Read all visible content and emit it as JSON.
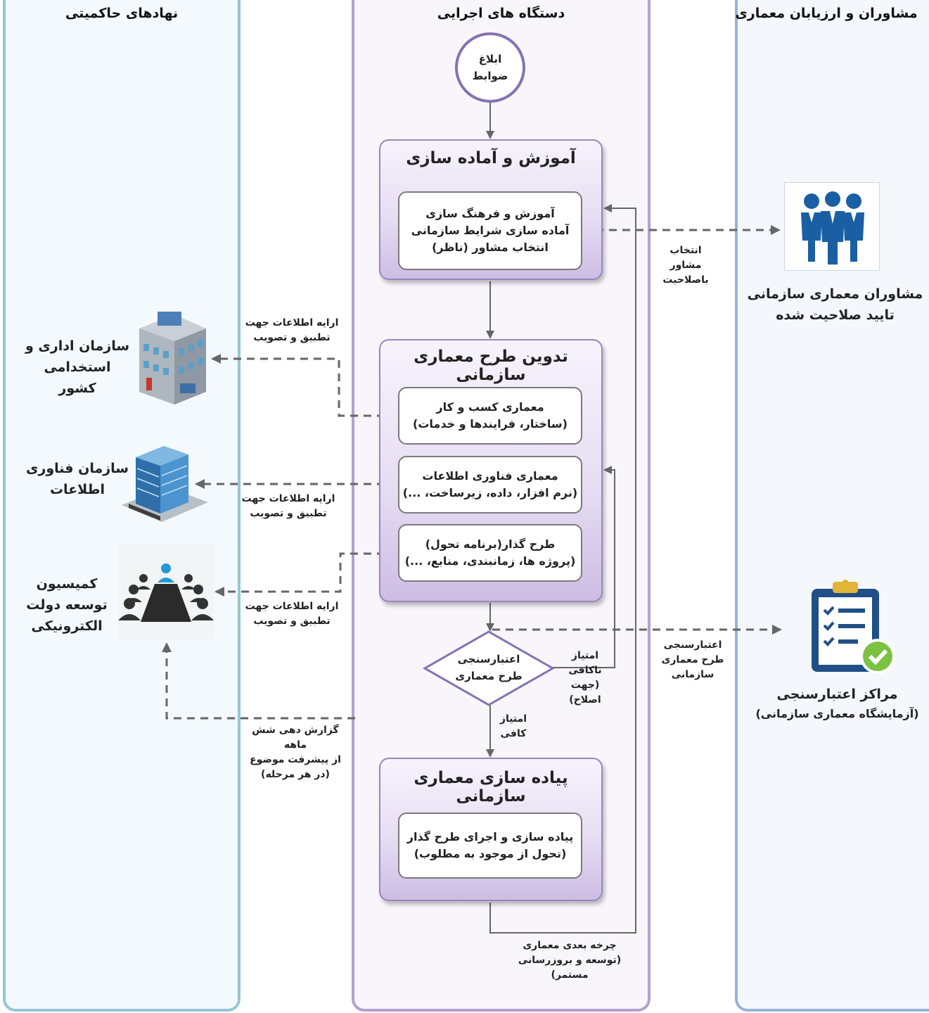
{
  "lanes": {
    "governance": "نهادهای حاکمیتی",
    "executive": "دستگاه های اجرایی",
    "consultants": "مشاوران و ارزیابان معماری"
  },
  "start": [
    "ابلاغ",
    "ضوابط"
  ],
  "stage1": {
    "title": "آموزش و آماده سازی",
    "box": [
      "آموزش و فرهنگ سازی",
      "آماده سازی شرایط سازمانی",
      "انتخاب مشاور (ناظر)"
    ]
  },
  "stage2": {
    "title": "تدوین طرح معماری سازمانی",
    "box1": [
      "معماری کسب و کار",
      "(ساختار، فرایندها و خدمات)"
    ],
    "box2": [
      "معماری فناوری اطلاعات",
      "(نرم افزار، داده، زیرساخت، ...)"
    ],
    "box3": [
      "طرح گذار(برنامه تحول)",
      "(پروژه ها، زمانبندی، منابع، ...)"
    ]
  },
  "decision": [
    "اعتبارسنجی",
    "طرح معماری"
  ],
  "stage3": {
    "title": "پیاده سازی معماری سازمانی",
    "box": [
      "پیاده سازی و اجرای طرح گذار",
      "(تحول از موجود به مطلوب)"
    ]
  },
  "labels": {
    "info1": [
      "ارایه اطلاعات جهت",
      "تطبیق و تصویب"
    ],
    "info2": [
      "ارایه اطلاعات جهت",
      "تطبیق و تصویب"
    ],
    "info3": [
      "ارایه اطلاعات جهت",
      "تطبیق و تصویب"
    ],
    "select_consultant": [
      "انتخاب",
      "مشاور",
      "باصلاحیت"
    ],
    "validation": [
      "اعتبارسنجی",
      "طرح معماری",
      "سازمانی"
    ],
    "insufficient": [
      "امتیاز",
      "ناکافی",
      "(جهت",
      "اصلاح)"
    ],
    "sufficient": [
      "امتیاز",
      "کافی"
    ],
    "report": [
      "گزارش دهی شش",
      "ماهه",
      "از پیشرفت موضوع",
      "(در هر مرحله)"
    ],
    "next_cycle": [
      "چرخه بعدی معماری",
      "(توسعه و بروزرسانی",
      "مستمر)"
    ]
  },
  "orgs": {
    "admin": [
      "سازمان اداری و",
      "استخدامی",
      "کشور"
    ],
    "it": [
      "سازمان فناوری",
      "اطلاعات"
    ],
    "commission": [
      "کمیسیون",
      "توسعه دولت",
      "الکترونیکی"
    ],
    "consultants": [
      "مشاوران معماری سازمانی",
      "تایید صلاحیت شده"
    ],
    "labs": [
      "مراکز اعتبارسنجی",
      "(آزمایشگاه معماری سازمانی)"
    ]
  },
  "icons": {
    "admin": "office-building-icon",
    "it": "it-building-icon",
    "commission": "meeting-table-icon",
    "consultants": "consultants-group-icon",
    "labs": "clipboard-checklist-icon"
  }
}
